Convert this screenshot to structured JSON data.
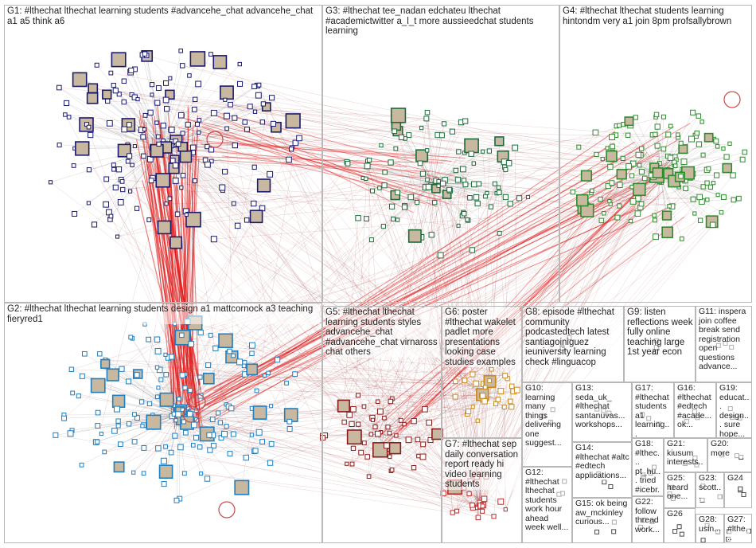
{
  "groups": [
    {
      "id": "G1",
      "label": "G1: #lthechat lthechat learning students #advancehe_chat advancehe_chat a1 a5 think a6",
      "color": "#1a1a6e"
    },
    {
      "id": "G2",
      "label": "G2: #lthechat lthechat learning students design a1 mattcornock a3 teaching fieryred1",
      "color": "#1e7fc1"
    },
    {
      "id": "G3",
      "label": "G3: #lthechat tee_nadan edchateu lthechat #academictwitter a_l_t more aussieedchat students learning",
      "color": "#1b6b3a"
    },
    {
      "id": "G4",
      "label": "G4: #lthechat lthechat students learning hintondm very a1 join 8pm profsallybrown",
      "color": "#2e8b2e"
    },
    {
      "id": "G5",
      "label": "G5: #lthechat lthechat learning students styles advancehe_chat #advancehe_chat virnaross chat others",
      "color": "#8b1a1a"
    },
    {
      "id": "G6",
      "label": "G6: poster #lthechat wakelet padlet more presentations looking case studies examples",
      "color": "#c88a1a"
    },
    {
      "id": "G7",
      "label": "G7: #lthechat sep daily conversation report ready hi video learning students",
      "color": "#c02a2a"
    },
    {
      "id": "G8",
      "label": "G8: episode #lthechat community podcastedtech latest santiagoiniguez ieuniversity learning check #linguacop",
      "color": "#3a3a3a"
    },
    {
      "id": "G9",
      "label": "G9: listen reflections week fully online teaching large 1st year econ",
      "color": "#3a3a3a"
    },
    {
      "id": "G10",
      "label": "G10: learning many things delivering one suggest...",
      "color": "#3a3a3a"
    },
    {
      "id": "G11",
      "label": "G11: inspera join coffee break send registration open questions advance...",
      "color": "#3a3a3a"
    },
    {
      "id": "G12",
      "label": "G12: #lthechat lthechat students work hour ahead week well...",
      "color": "#3a3a3a"
    },
    {
      "id": "G13",
      "label": "G13: seda_uk_ #lthechat santanuvas... workshops...",
      "color": "#3a3a3a"
    },
    {
      "id": "G14",
      "label": "G14: #lthechat #altc #edtech applications...",
      "color": "#3a3a3a"
    },
    {
      "id": "G15",
      "label": "G15: ok being aw_mckinley curious...",
      "color": "#3a3a3a"
    },
    {
      "id": "G16",
      "label": "G16: #lthechat #edtech #acade... ok...",
      "color": "#3a3a3a"
    },
    {
      "id": "G17",
      "label": "G17: #lthechat students a1 learning...",
      "color": "#3a3a3a"
    },
    {
      "id": "G18",
      "label": "G18: #lthec... pt_hu... tried #icebr...",
      "color": "#3a3a3a"
    },
    {
      "id": "G19",
      "label": "G19: educat... design... sure hope...",
      "color": "#3a3a3a"
    },
    {
      "id": "G20",
      "label": "G20: more",
      "color": "#3a3a3a"
    },
    {
      "id": "G21",
      "label": "G21: kiusum interests...",
      "color": "#3a3a3a"
    },
    {
      "id": "G22",
      "label": "G22: follow thread work...",
      "color": "#3a3a3a"
    },
    {
      "id": "G23",
      "label": "G23: scott...",
      "color": "#3a3a3a"
    },
    {
      "id": "G24",
      "label": "G24",
      "color": "#3a3a3a"
    },
    {
      "id": "G25",
      "label": "G25: heard one...",
      "color": "#3a3a3a"
    },
    {
      "id": "G26",
      "label": "G26",
      "color": "#3a3a3a"
    },
    {
      "id": "G27",
      "label": "G27: #lthe...",
      "color": "#3a3a3a"
    },
    {
      "id": "G28",
      "label": "G28: usin...",
      "color": "#3a3a3a"
    }
  ],
  "colors": {
    "edge_gray": "#8c8c8c",
    "edge_red": "#e01818",
    "edge_darkred": "#9a3030",
    "panel_border": "#b8b8b8"
  }
}
